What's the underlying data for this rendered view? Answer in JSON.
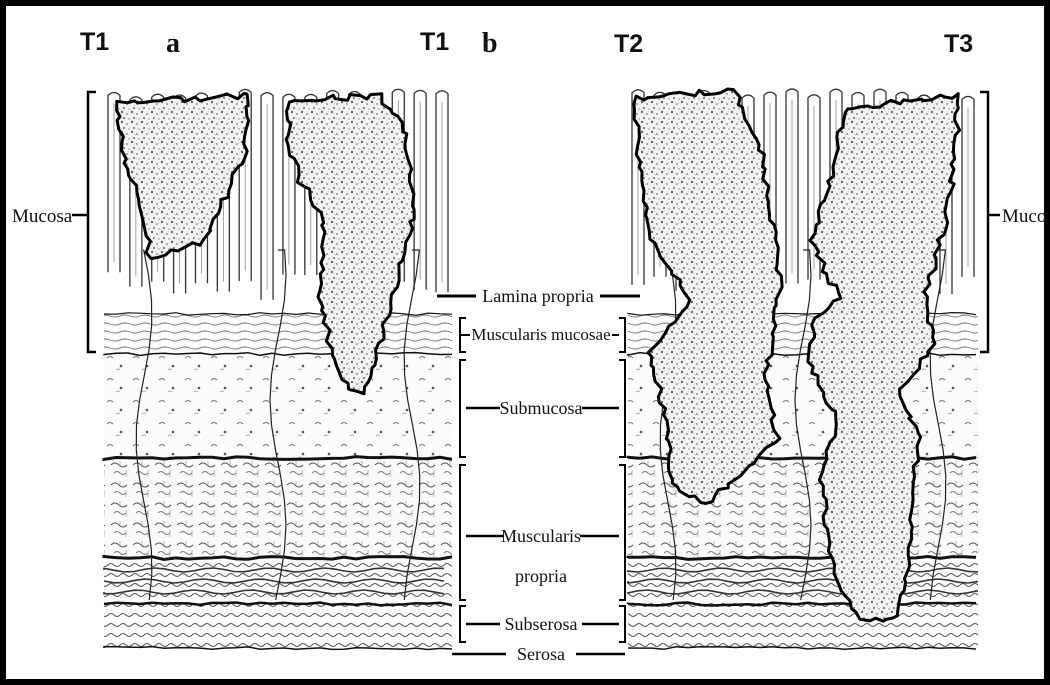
{
  "figure": {
    "stage_labels": [
      "T1",
      "T1",
      "T2",
      "T3"
    ],
    "panel_labels": [
      "a",
      "b"
    ],
    "left_label": "Mucosa",
    "right_label": "Muco",
    "layer_labels": {
      "lamina_propria": "Lamina propria",
      "muscularis_mucosae": "Muscularis mucosae",
      "submucosa": "Submucosa",
      "muscularis_propria_1": "Muscularis",
      "muscularis_propria_2": "propria",
      "subserosa": "Subserosa",
      "serosa": "Serosa"
    }
  }
}
